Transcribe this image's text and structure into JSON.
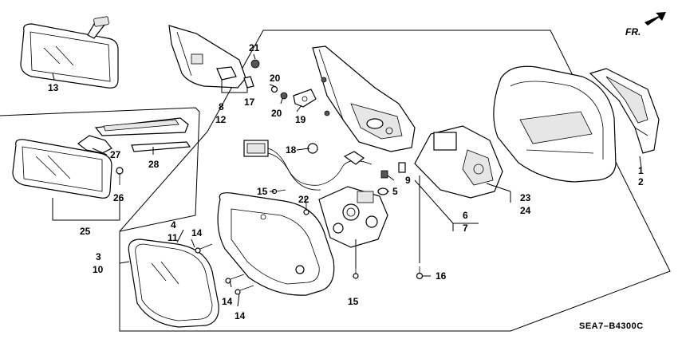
{
  "diagram": {
    "code": "SEA7–B4300C",
    "front_label": "FR.",
    "callouts": {
      "c1": "1",
      "c2": "2",
      "c3": "3",
      "c4": "4",
      "c5": "5",
      "c6": "6",
      "c7": "7",
      "c8": "8",
      "c9": "9",
      "c10": "10",
      "c11": "11",
      "c12": "12",
      "c13": "13",
      "c14a": "14",
      "c14b": "14",
      "c14c": "14",
      "c15a": "15",
      "c15b": "15",
      "c16": "16",
      "c17": "17",
      "c18": "18",
      "c19": "19",
      "c20a": "20",
      "c20b": "20",
      "c21": "21",
      "c22": "22",
      "c23": "23",
      "c24": "24",
      "c25": "25",
      "c26": "26",
      "c27": "27",
      "c28": "28"
    }
  }
}
